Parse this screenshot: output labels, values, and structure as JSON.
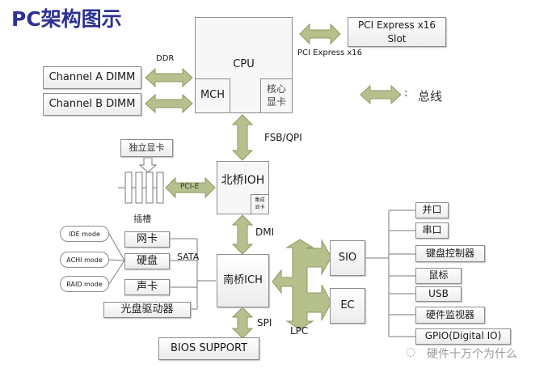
{
  "title": "PC架构图示",
  "colors": {
    "title": "#2e3192",
    "bus_arrow": "#b5c08c",
    "box_border": "#8c8c8c"
  },
  "legend": {
    "colon": ":",
    "label": "总线"
  },
  "cpu": {
    "label": "CPU",
    "mch": "MCH",
    "igpu_line1": "核心",
    "igpu_line2": "显卡"
  },
  "pcie_slot": {
    "line1": "PCI Express x16",
    "line2": "Slot",
    "bus_label": "PCI Express x16"
  },
  "memory": {
    "bus_label": "DDR",
    "channels": [
      "Channel A DIMM",
      "Channel B DIMM"
    ]
  },
  "northbridge": {
    "label": "北桥IOH",
    "igpu_line1": "集成",
    "igpu_line2": "显卡",
    "upstream_bus": "FSB/QPI"
  },
  "discrete_gpu": {
    "label": "独立显卡",
    "slot_label": "插槽",
    "bus_label": "PCI-E"
  },
  "southbridge": {
    "label": "南桥ICH",
    "upstream_bus": "DMI",
    "bios_bus": "SPI",
    "lpc_bus": "LPC"
  },
  "bios": {
    "label": "BIOS SUPPORT"
  },
  "sata": {
    "bus_label": "SATA",
    "devices": [
      "网卡",
      "硬盘",
      "声卡",
      "光盘驱动器"
    ],
    "modes": [
      "IDE mode",
      "ACHI  mode",
      "RAID mode"
    ]
  },
  "lpc_devices": {
    "sio": "SIO",
    "ec": "EC"
  },
  "sio_peripherals": [
    "并口",
    "串口",
    "键盘控制器",
    "鼠标",
    "USB",
    "硬件监视器",
    "GPIO(Digital IO)"
  ],
  "watermark": "硬件十万个为什么"
}
